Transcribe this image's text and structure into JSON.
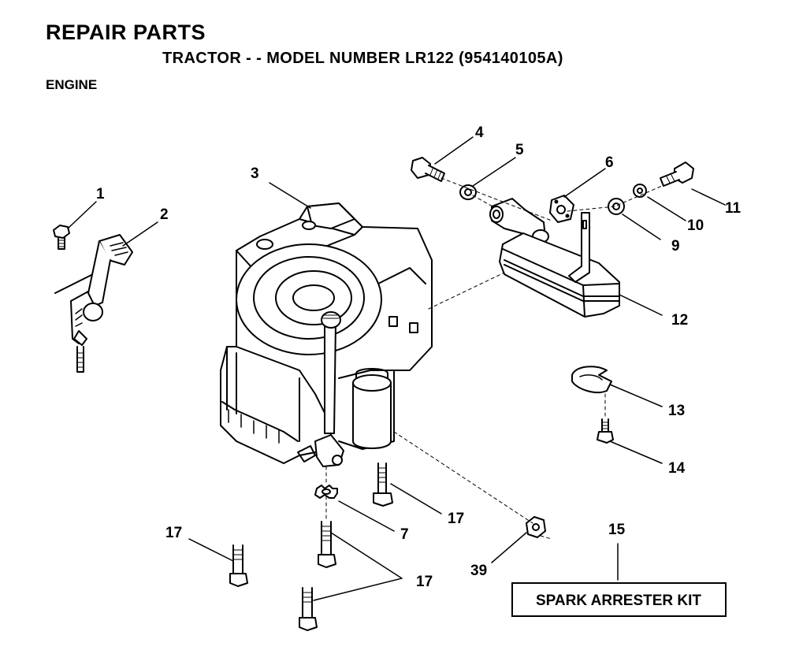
{
  "header": {
    "title": "REPAIR PARTS",
    "subtitle": "TRACTOR - - MODEL NUMBER LR122 (954140105A)",
    "section": "ENGINE"
  },
  "callouts": {
    "c1": "1",
    "c2": "2",
    "c3": "3",
    "c4": "4",
    "c5": "5",
    "c6": "6",
    "c7": "7",
    "c9": "9",
    "c10": "10",
    "c11": "11",
    "c12": "12",
    "c13": "13",
    "c14": "14",
    "c15": "15",
    "c17a": "17",
    "c17b": "17",
    "c17c": "17",
    "c39": "39"
  },
  "kit_box": {
    "label": "SPARK ARRESTER KIT"
  }
}
